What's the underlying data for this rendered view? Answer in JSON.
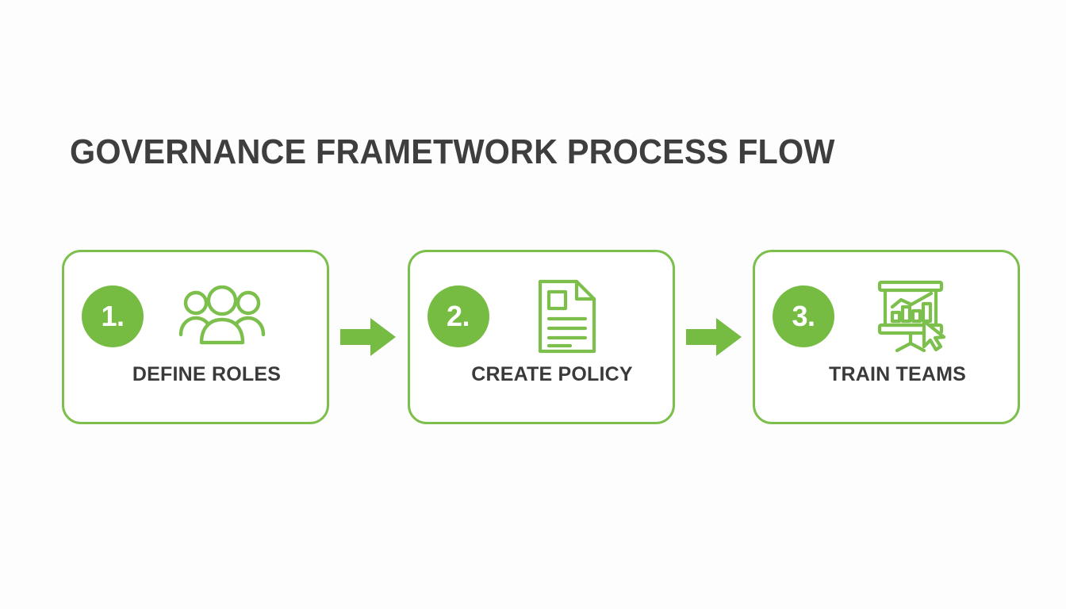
{
  "colors": {
    "accent_green": "#76bc43",
    "border_green": "#7cbf4d",
    "title_gray": "#3e3e3e",
    "label_gray": "#3a3a3a",
    "background": "#fdfdfe",
    "card_fill": "#ffffff",
    "badge_text": "#ffffff"
  },
  "header": {
    "title": "GOVERNANCE FRAMETWORK PROCESS FLOW"
  },
  "flow": {
    "steps": [
      {
        "number": "1.",
        "label": "DEFINE ROLES",
        "icon": "people-group-icon"
      },
      {
        "number": "2.",
        "label": "CREATE POLICY",
        "icon": "document-policy-icon"
      },
      {
        "number": "3.",
        "label": "TRAIN TEAMS",
        "icon": "presentation-chart-icon"
      }
    ],
    "connectors": [
      {
        "icon": "arrow-right-icon"
      },
      {
        "icon": "arrow-right-icon"
      }
    ]
  }
}
